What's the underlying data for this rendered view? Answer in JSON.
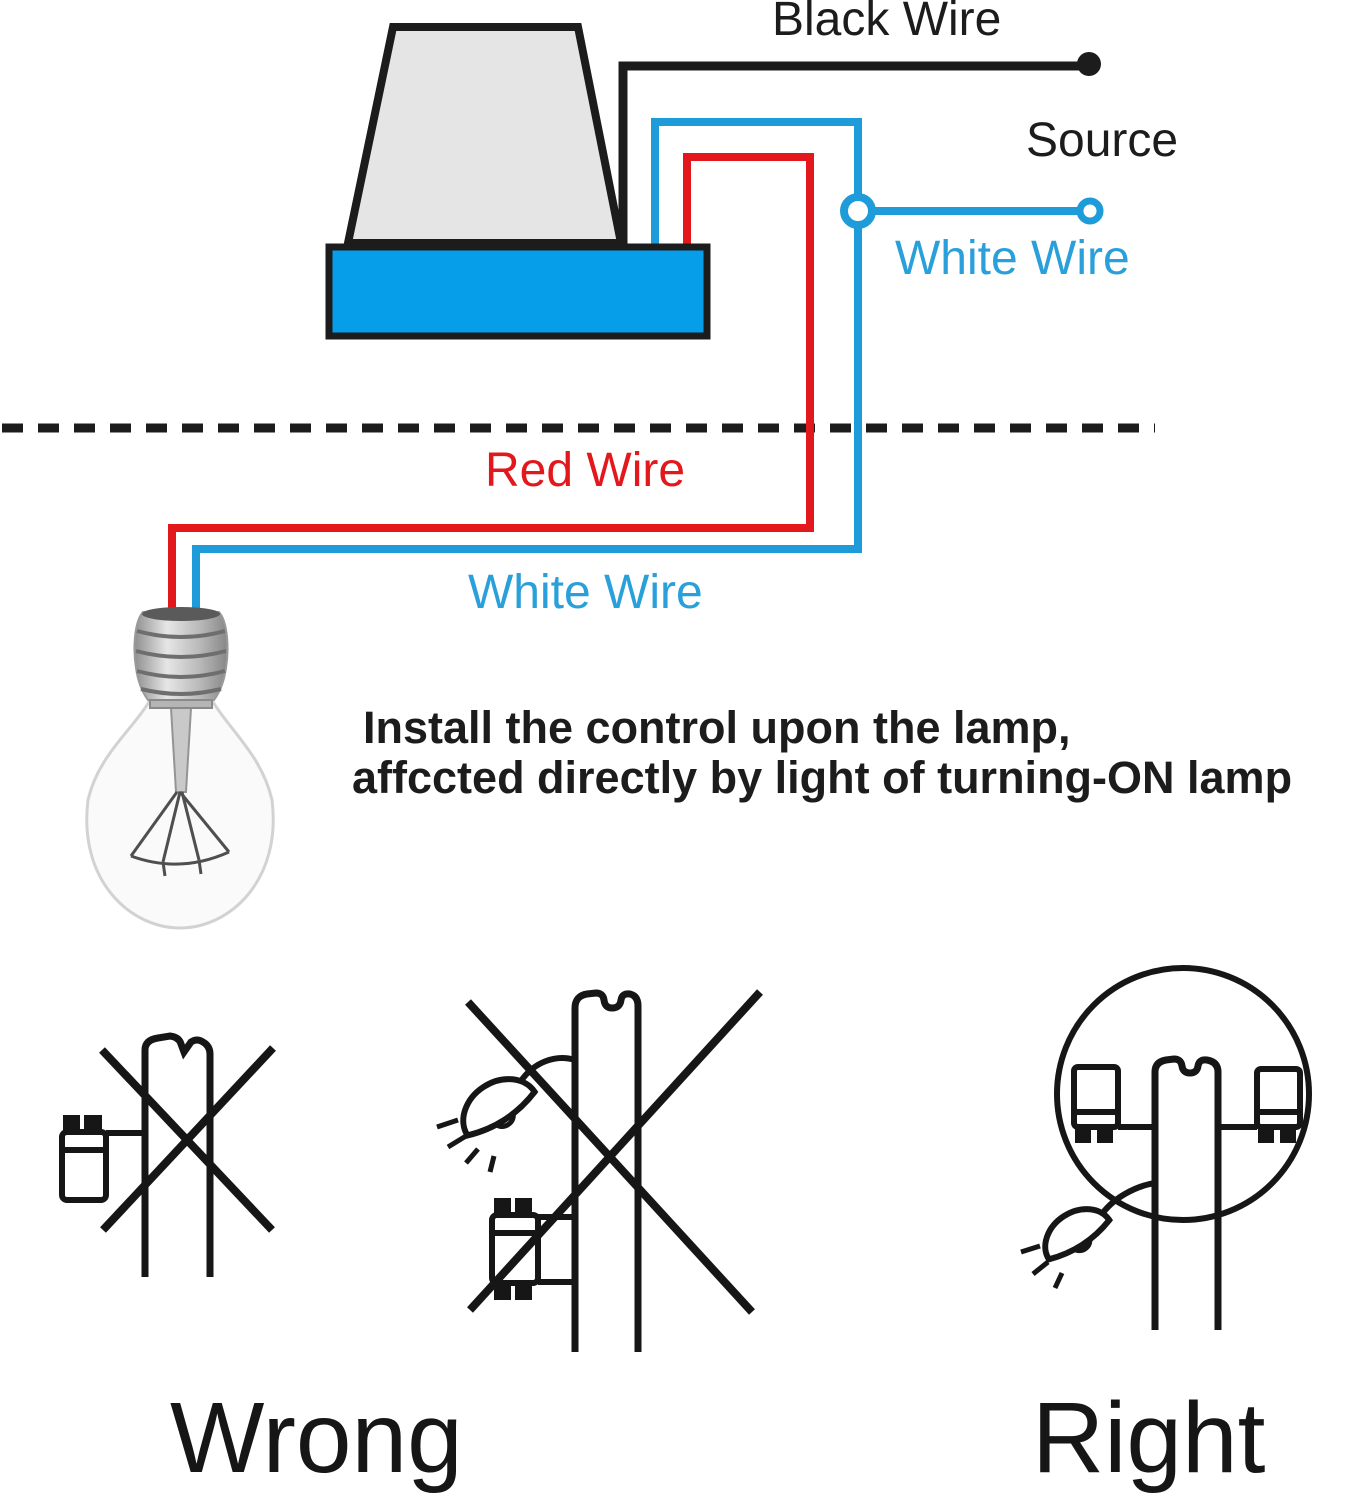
{
  "colors": {
    "ink": "#1c1c1c",
    "wire_red": "#e2181d",
    "wire_blue": "#1e9cd9",
    "label_blue": "#2aa0da",
    "base_blue": "#069de9",
    "body_gray": "#e5e5e5"
  },
  "labels": {
    "black_wire": "Black Wire",
    "source": "Source",
    "white_wire_source": "White Wire",
    "red_wire": "Red Wire",
    "white_wire_lamp": "White Wire"
  },
  "note": {
    "line1": "Install the control upon the lamp,",
    "line2": "affccted directly by light of turning-ON lamp"
  },
  "verdicts": {
    "wrong": "Wrong",
    "right": "Right"
  },
  "icons": [
    "photocell-sensor-icon",
    "black-wire-line",
    "white-wire-line",
    "source-terminal-dot",
    "source-terminal-ring",
    "wire-junction-ring",
    "red-wire-line",
    "boundary-dashed-line",
    "light-bulb-icon",
    "cross-mark-icon",
    "pole-icon",
    "control-box-icon",
    "lamp-head-icon",
    "approved-circle-icon"
  ]
}
